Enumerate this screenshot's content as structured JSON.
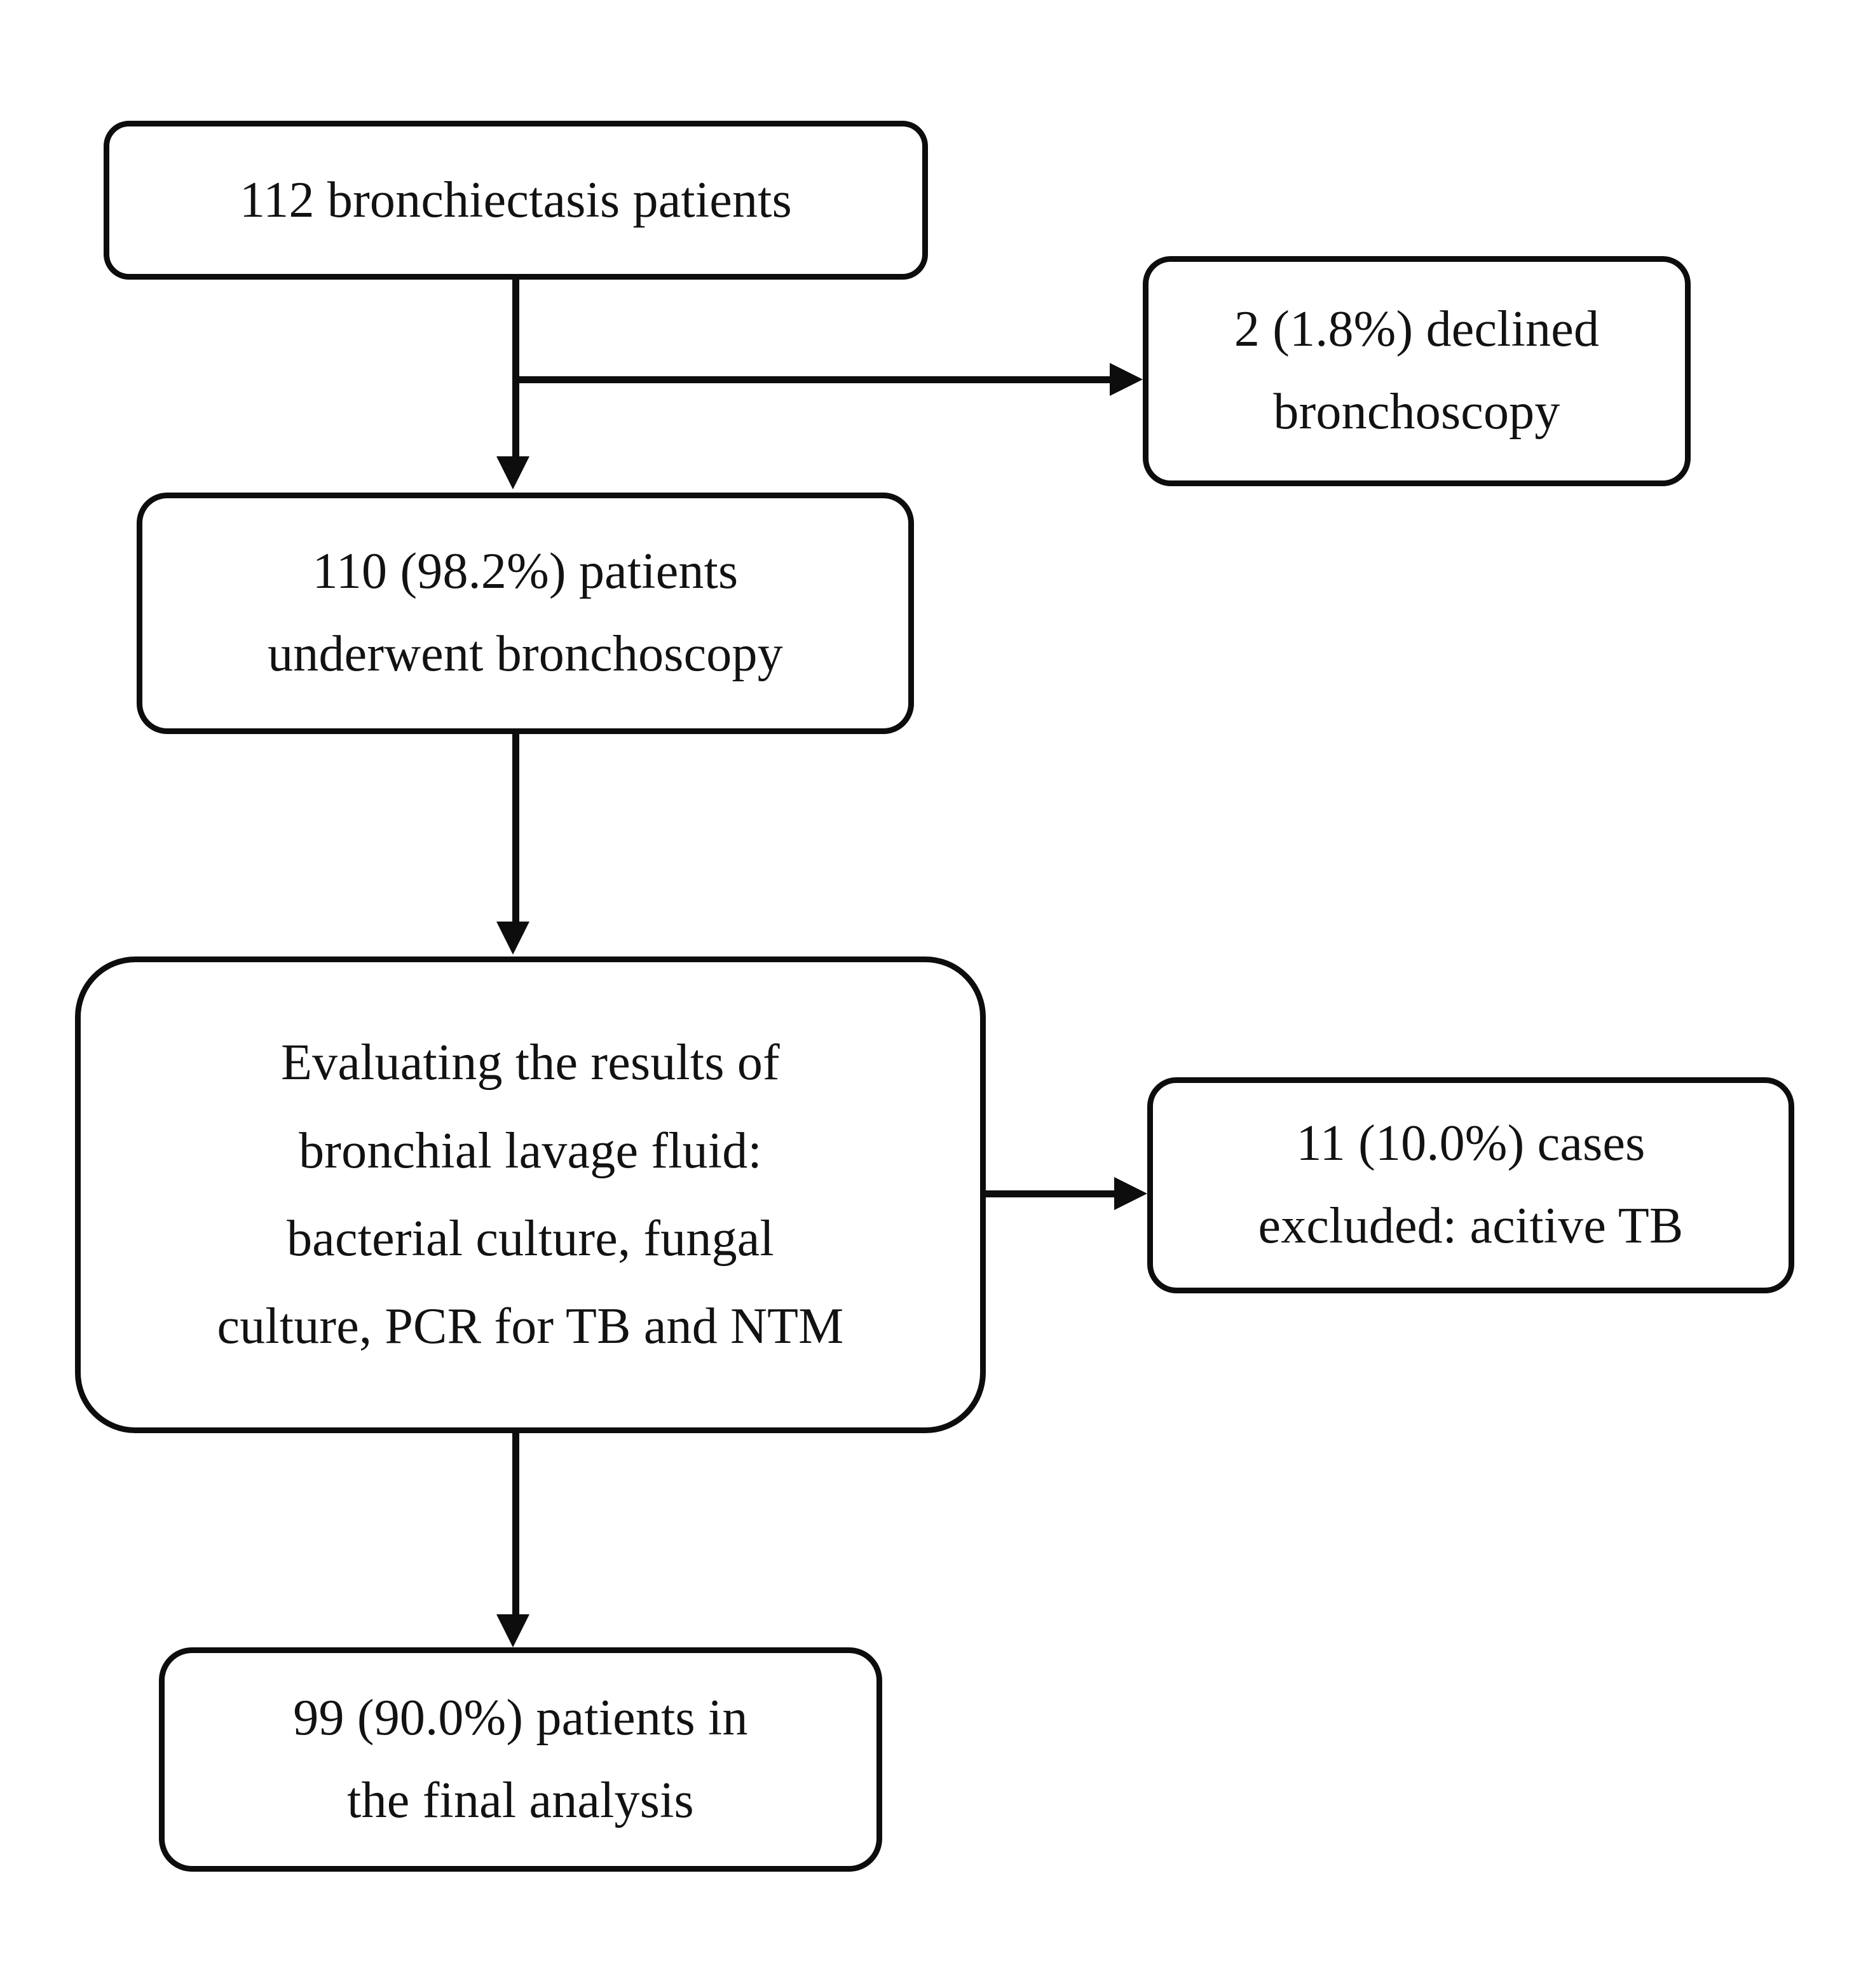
{
  "figure": {
    "kind": "study-flow-diagram",
    "background_color": "#ffffff",
    "line_color": "#0d0d0d",
    "text_color": "#121212"
  },
  "nodes": {
    "enrolled": {
      "label": "112 bronchiectasis patients",
      "count": 112
    },
    "declined": {
      "label": "2 (1.8%) declined\nbronchoscopy",
      "count": 2,
      "percent": "1.8%"
    },
    "underwent": {
      "label": "110 (98.2%) patients\nunderwent bronchoscopy",
      "count": 110,
      "percent": "98.2%"
    },
    "evaluating": {
      "label": "Evaluating the results of\nbronchial lavage fluid:\nbacterial culture, fungal\nculture, PCR for TB and NTM"
    },
    "excluded": {
      "label": "11 (10.0%) cases\nexcluded: acitive TB",
      "count": 11,
      "percent": "10.0%"
    },
    "final": {
      "label": "99 (90.0%) patients in\nthe final analysis",
      "count": 99,
      "percent": "90.0%"
    }
  },
  "edges": [
    {
      "from": "enrolled",
      "to": "underwent",
      "direction": "down"
    },
    {
      "from": "enrolled",
      "to": "declined",
      "direction": "right"
    },
    {
      "from": "underwent",
      "to": "evaluating",
      "direction": "down"
    },
    {
      "from": "evaluating",
      "to": "excluded",
      "direction": "right"
    },
    {
      "from": "evaluating",
      "to": "final",
      "direction": "down"
    }
  ]
}
